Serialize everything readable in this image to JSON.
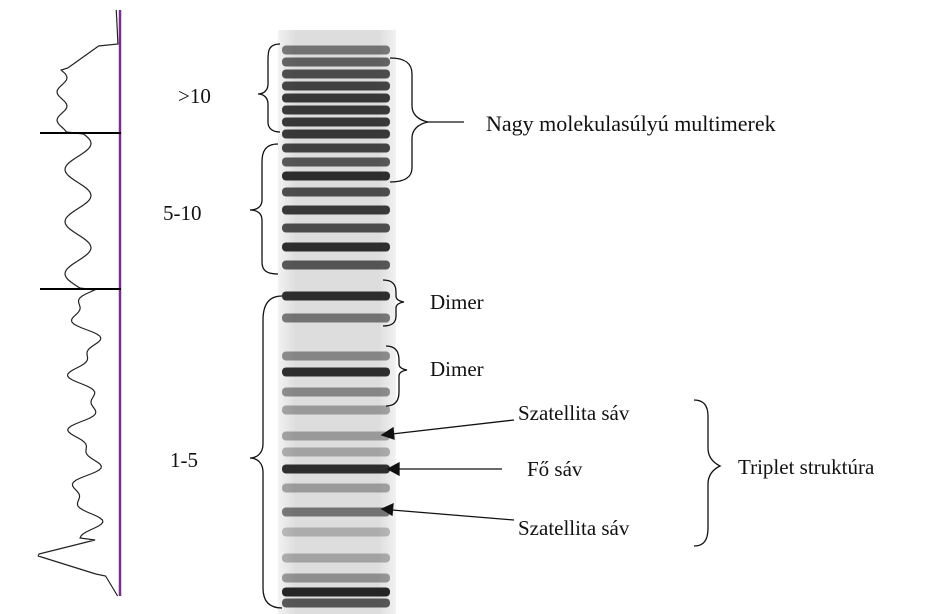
{
  "colors": {
    "profile_axis": "#7b2f8c",
    "ink": "#111111",
    "gel_band": "#1a1a1a",
    "gel_bg": "#e9e9e9"
  },
  "left_groups": [
    {
      "id": "gt10",
      "label": ">10"
    },
    {
      "id": "5to10",
      "label": "5-10"
    },
    {
      "id": "1to5",
      "label": "1-5"
    }
  ],
  "right_labels": {
    "multimers": "Nagy molekulasúlyú multimerek",
    "dimer_1": "Dimer",
    "dimer_2": "Dimer",
    "satellite_top": "Szatellita sáv",
    "main_band": "Fő sáv",
    "satellite_bottom": "Szatellita sáv",
    "triplet": "Triplet struktúra"
  }
}
